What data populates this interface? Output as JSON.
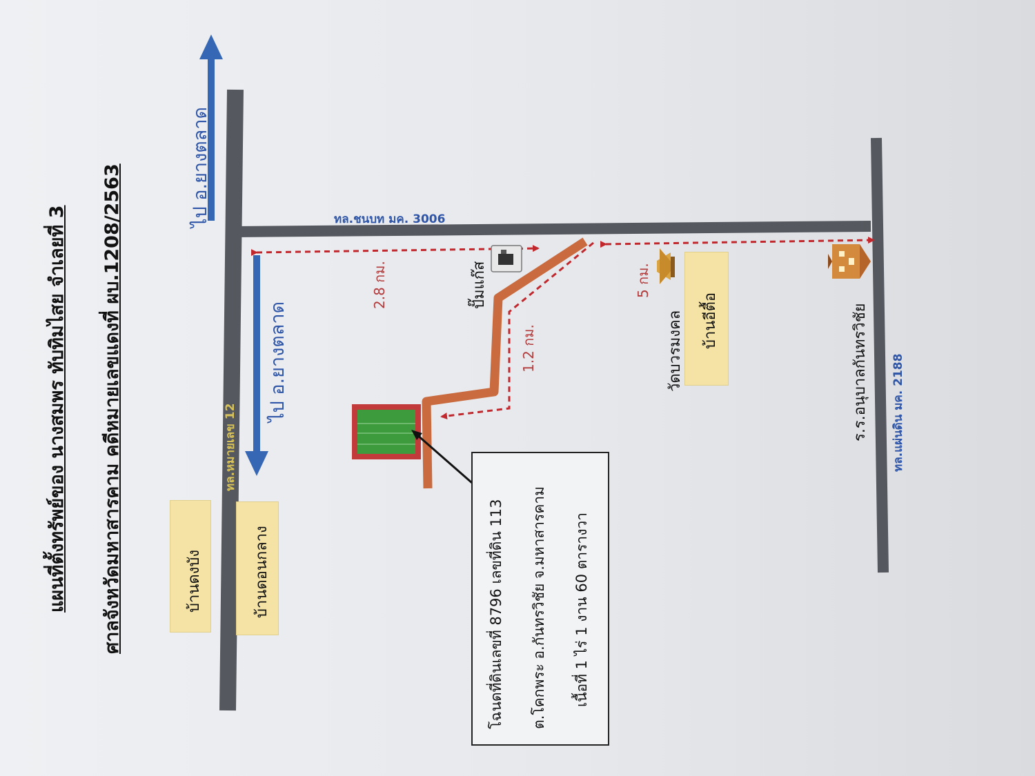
{
  "title_line1": "แผนที่ตั้งทรัพย์ของ นางสมพร ทับทิมไสย จำเลยที่ 3",
  "title_line2": "ศาลจังหวัดมหาสารคาม คดีหมายเลขแดงที่ ผบ.1208/2563",
  "roads": {
    "highway12": "ทล.หมายเลข 12",
    "rural3006": "ทล.ชนบท มค. 3006",
    "local2188": "ทล.แผ่นดิน มค. 2188"
  },
  "directions": {
    "to_yang_talat_left": "ไป อ.ยางตลาด",
    "to_yang_talat_right": "ไป อ.ยางตลาด"
  },
  "distances": {
    "d1": "2.8 กม.",
    "d2": "1.2 กม.",
    "d3": "5 กม."
  },
  "places": {
    "gas_station": "ปั๊มแก๊ส",
    "temple": "วัดบวรมงคล",
    "hospital": "ร.ร.อนุบาลกันทรวิชัย"
  },
  "villages": {
    "dong_bang": "บ้านดงบัง",
    "don_klang": "บ้านดอนกลาง",
    "i_tue": "บ้านอีตื้อ"
  },
  "info_box": {
    "line1": "โฉนดที่ดินเลขที่ 8796 เลขที่ดิน 113",
    "line2": "ต.โคกพระ อ.กันทรวิชัย จ.มหาสารคาม",
    "line3": "เนื้อที่ 1 ไร่ 1 งาน 60 ตารางวา"
  },
  "colors": {
    "road": "#55585e",
    "access_road": "#c96b3e",
    "arrow_blue": "#3567b4",
    "dashed_red": "#c0282d",
    "parcel_border": "#c33a3a",
    "parcel_fill": "#3d9a3d",
    "village_fill": "#f4e3a5"
  },
  "icons": [
    "gas-pump-icon",
    "temple-icon",
    "school-building-icon"
  ]
}
